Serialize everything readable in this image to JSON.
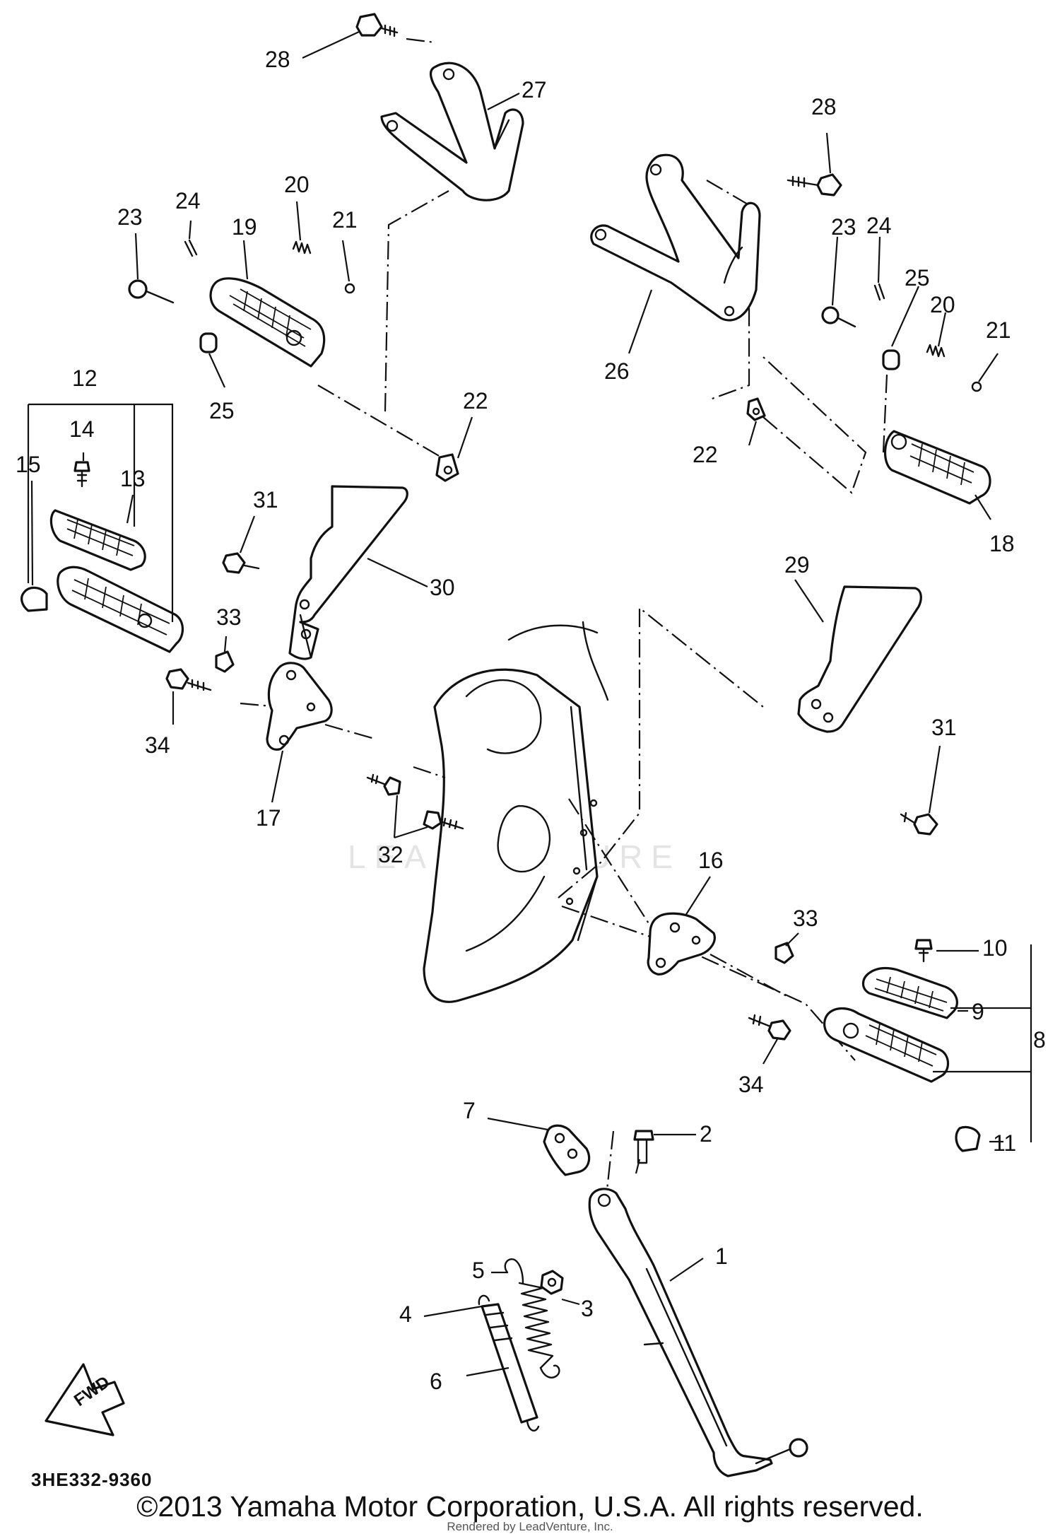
{
  "figure": {
    "ref_code": "3HE332-9360",
    "copyright": "©2013 Yamaha Motor Corporation, U.S.A. All rights reserved.",
    "rendered_by": "Rendered by LeadVenture, Inc.",
    "watermark": "LEADVENTURE",
    "fwd_label": "FWD"
  },
  "callouts": [
    {
      "id": "c28a",
      "text": "28"
    },
    {
      "id": "c27",
      "text": "27"
    },
    {
      "id": "c28b",
      "text": "28"
    },
    {
      "id": "c23a",
      "text": "23"
    },
    {
      "id": "c24a",
      "text": "24"
    },
    {
      "id": "c19",
      "text": "19"
    },
    {
      "id": "c20a",
      "text": "20"
    },
    {
      "id": "c21a",
      "text": "21"
    },
    {
      "id": "c25a",
      "text": "25"
    },
    {
      "id": "c23b",
      "text": "23"
    },
    {
      "id": "c24b",
      "text": "24"
    },
    {
      "id": "c25b",
      "text": "25"
    },
    {
      "id": "c20b",
      "text": "20"
    },
    {
      "id": "c21b",
      "text": "21"
    },
    {
      "id": "c26",
      "text": "26"
    },
    {
      "id": "c12",
      "text": "12"
    },
    {
      "id": "c14",
      "text": "14"
    },
    {
      "id": "c13",
      "text": "13"
    },
    {
      "id": "c15",
      "text": "15"
    },
    {
      "id": "c22a",
      "text": "22"
    },
    {
      "id": "c22b",
      "text": "22"
    },
    {
      "id": "c18",
      "text": "18"
    },
    {
      "id": "c31a",
      "text": "31"
    },
    {
      "id": "c30",
      "text": "30"
    },
    {
      "id": "c33a",
      "text": "33"
    },
    {
      "id": "c29",
      "text": "29"
    },
    {
      "id": "c34a",
      "text": "34"
    },
    {
      "id": "c17",
      "text": "17"
    },
    {
      "id": "c31b",
      "text": "31"
    },
    {
      "id": "c32",
      "text": "32"
    },
    {
      "id": "c16",
      "text": "16"
    },
    {
      "id": "c33b",
      "text": "33"
    },
    {
      "id": "c10",
      "text": "10"
    },
    {
      "id": "c9",
      "text": "9"
    },
    {
      "id": "c8",
      "text": "8"
    },
    {
      "id": "c34b",
      "text": "34"
    },
    {
      "id": "c7",
      "text": "7"
    },
    {
      "id": "c2",
      "text": "2"
    },
    {
      "id": "c11",
      "text": "11"
    },
    {
      "id": "c5",
      "text": "5"
    },
    {
      "id": "c4",
      "text": "4"
    },
    {
      "id": "c3",
      "text": "3"
    },
    {
      "id": "c1",
      "text": "1"
    },
    {
      "id": "c6",
      "text": "6"
    }
  ]
}
